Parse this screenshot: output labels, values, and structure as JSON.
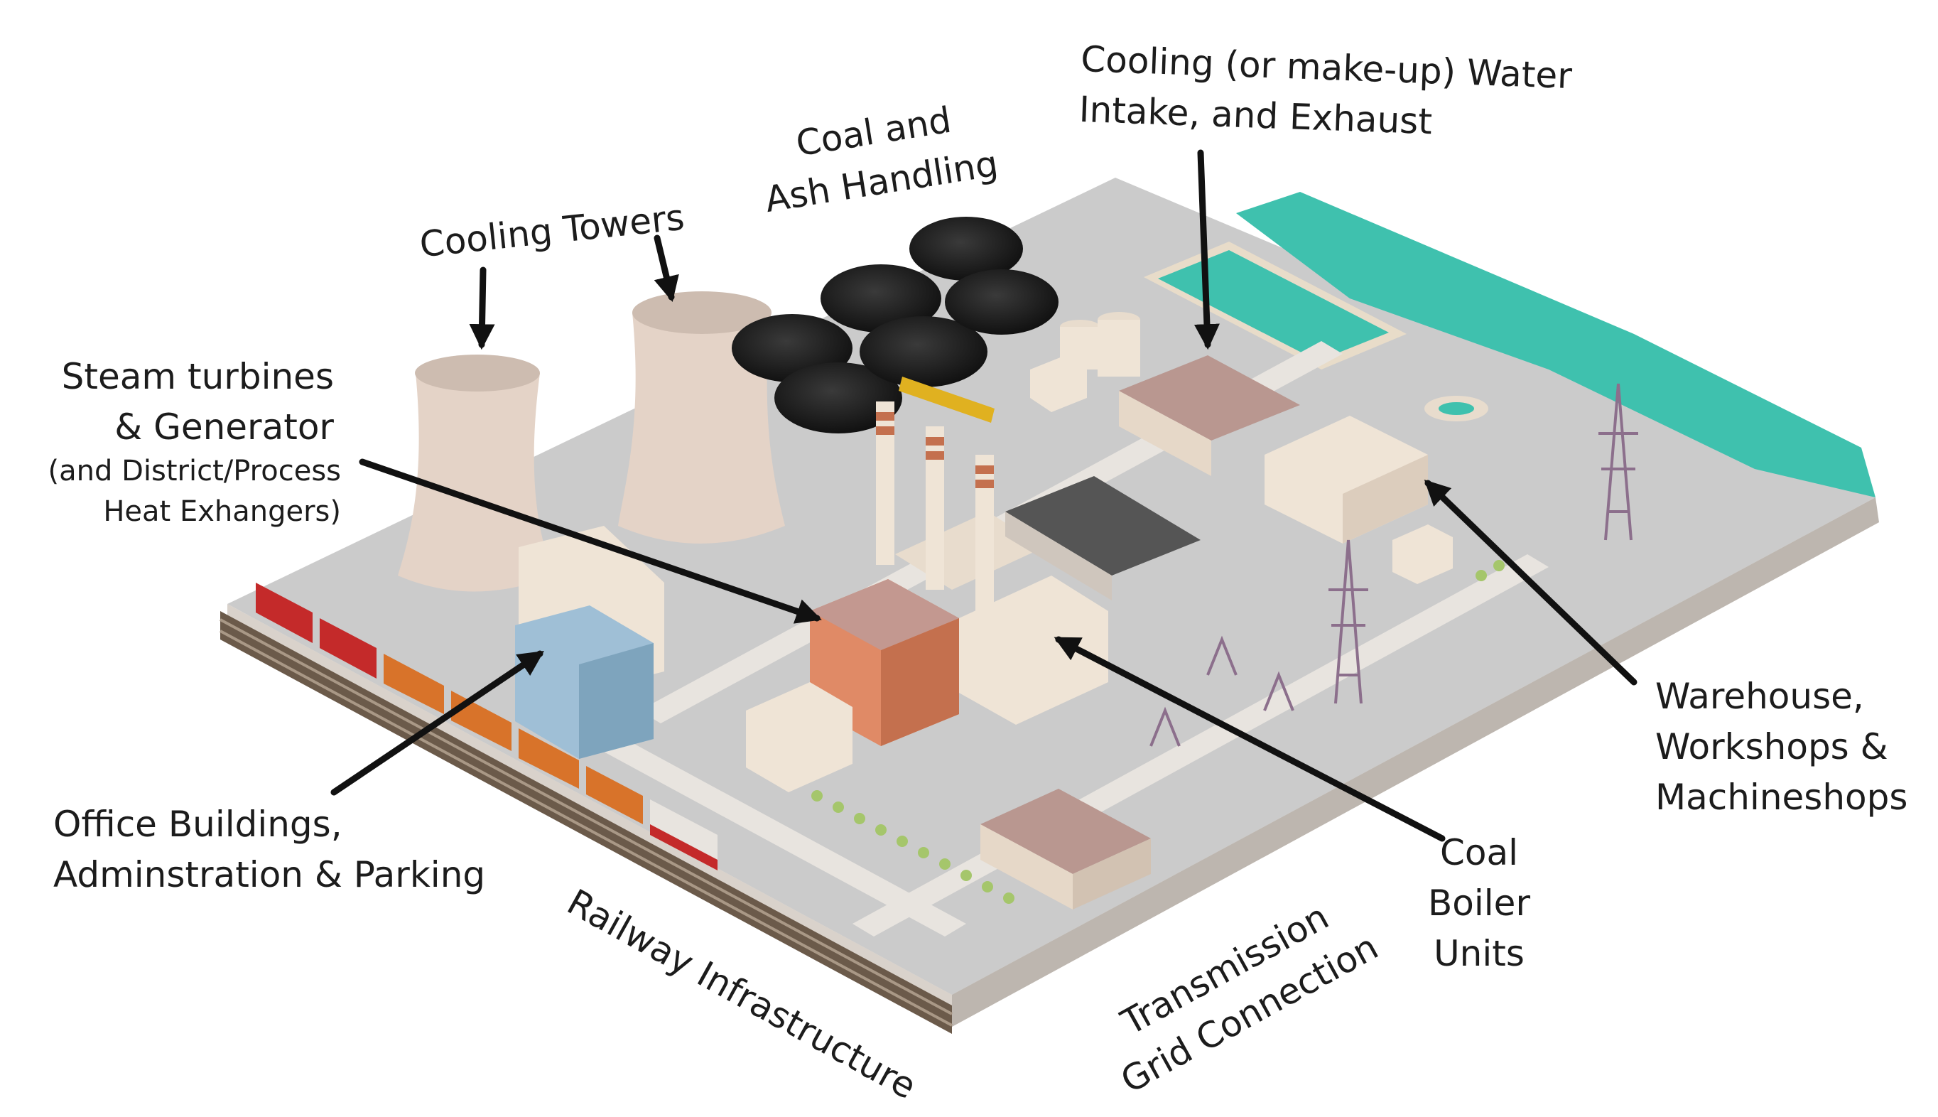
{
  "labels": {
    "cooling_towers": "Cooling Towers",
    "coal_ash": "Coal and\nAsh Handling",
    "water_intake": "Cooling (or make-up) Water\nIntake, and Exhaust",
    "steam_turbines": "Steam turbines\n& Generator",
    "heat_exchangers": "(and District/Process\nHeat Exhangers)",
    "office": "Office Buildings,\nAdminstration & Parking",
    "railway": "Railway Infrastructure",
    "transmission": "Transmission\nGrid Connection",
    "boiler": "Coal\nBoiler\nUnits",
    "warehouse": "Warehouse,\nWorkshops &\nMachineshops"
  },
  "colors": {
    "ground": "#c9c9c9",
    "boiler_house": "#e08a66",
    "office_block": "#9fbfd6",
    "water": "#3fc1ae",
    "coal": "#1b1b1b",
    "warehouse_roof": "#b99790",
    "train_tank": "#c42a2a",
    "train_wagon": "#d8732a",
    "arrow": "#111111"
  }
}
